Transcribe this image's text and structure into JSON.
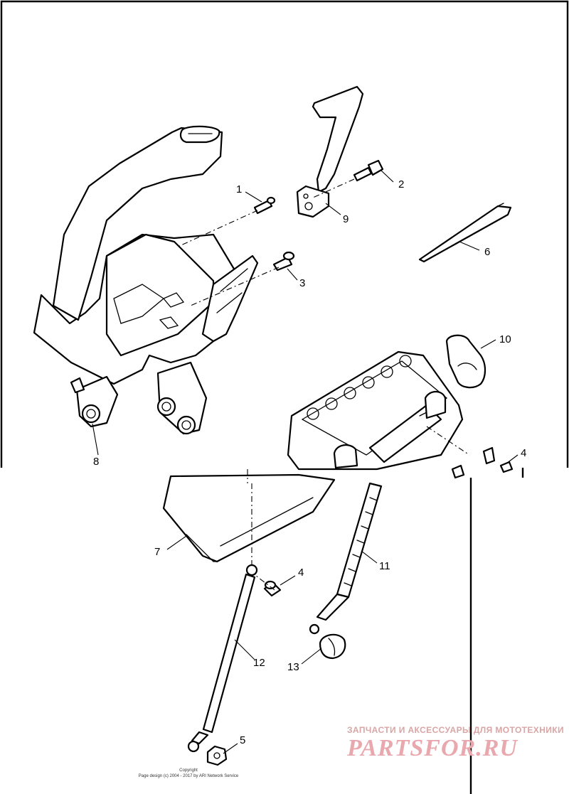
{
  "callouts": [
    "1",
    "2",
    "3",
    "4",
    "4",
    "5",
    "6",
    "7",
    "8",
    "9",
    "10",
    "11",
    "12",
    "13"
  ],
  "copyright": {
    "line1": "Copyright",
    "line2": "Page design (c) 2004 - 2017 by ARI Network Service"
  },
  "watermark": {
    "tagline": "ЗАПЧАСТИ И АКСЕССУАРЫ ДЛЯ МОТОТЕХНИКИ",
    "logo": "PARTSFOR.RU"
  }
}
